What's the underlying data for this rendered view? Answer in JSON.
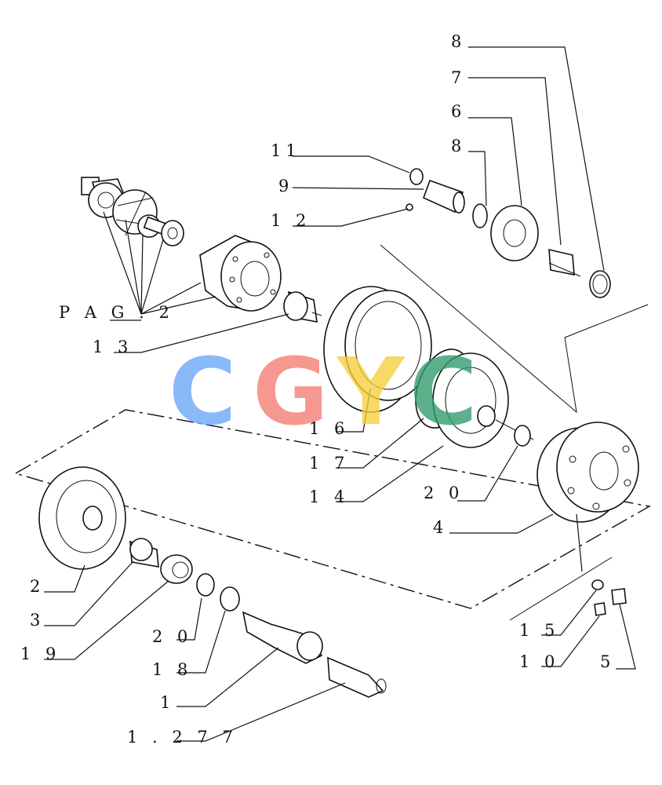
{
  "labels": {
    "l8a": "8",
    "l7": "7",
    "l6": "6",
    "l8b": "8",
    "l11": "11",
    "l9": "9",
    "l12": "1 2",
    "lpag": "P A G . 2",
    "l13": "1 3",
    "l16": "1 6",
    "l17": "1 7",
    "l14": "1 4",
    "l20a": "2 0",
    "l4": "4",
    "l2": "2",
    "l3": "3",
    "l19": "1 9",
    "l20b": "2 0",
    "l18": "1 8",
    "l1": "1",
    "l1277": "1 . 2 7 7",
    "l15": "1 5",
    "l10": "1 0",
    "l5": "5"
  },
  "watermark": {
    "text": [
      "C",
      "G",
      "Y",
      "C"
    ],
    "colors": [
      "#6aa6f8",
      "#f47c72",
      "#f7cf3b",
      "#2f9a6c"
    ]
  }
}
